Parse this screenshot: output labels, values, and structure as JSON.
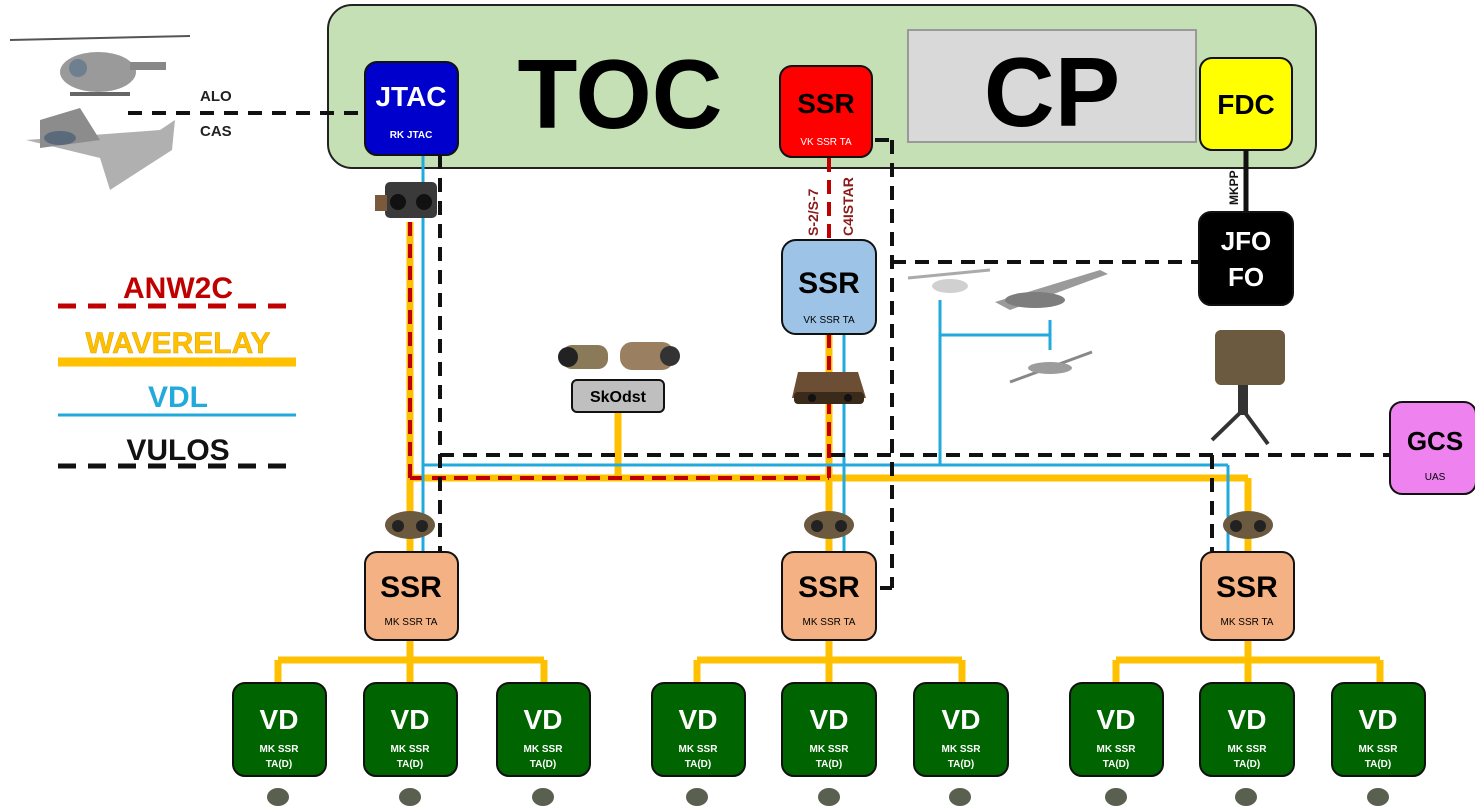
{
  "colors": {
    "anw2c": "#c00000",
    "waverelay": "#ffc000",
    "vdl": "#22aadd",
    "vulos": "#111111",
    "toc_fill": "#c5e0b4",
    "jtac_fill": "#0000cc",
    "ssr_red": "#ff0000",
    "ssr_blue": "#9dc3e6",
    "ssr_peach": "#f4b183",
    "fdc_fill": "#ffff00",
    "jfo_fill": "#000000",
    "gcs_fill": "#ee82ee",
    "vd_fill": "#006400",
    "skodst_fill": "#bfbfbf",
    "cp_fill": "#d9d9d9"
  },
  "toc": {
    "title": "TOC"
  },
  "cp": {
    "title": "CP"
  },
  "jtac": {
    "title": "JTAC",
    "subtitle": "RK JTAC"
  },
  "ssr_top": {
    "title": "SSR",
    "subtitle": "VK SSR TA"
  },
  "ssr_mid": {
    "title": "SSR",
    "subtitle": "VK SSR TA"
  },
  "fdc": {
    "title": "FDC"
  },
  "jfo": {
    "line1": "JFO",
    "line2": "FO"
  },
  "gcs": {
    "title": "GCS",
    "subtitle": "UAS"
  },
  "skodst": {
    "title": "SkOdst"
  },
  "air_labels": {
    "alo": "ALO",
    "cas": "CAS"
  },
  "link_labels": {
    "s2s7": "S-2/S-7",
    "c4istar": "C4ISTAR",
    "mkpp": "MKPP"
  },
  "legend": [
    {
      "label": "ANW2C",
      "style": "anw2c"
    },
    {
      "label": "WAVERELAY",
      "style": "waverelay"
    },
    {
      "label": "VDL",
      "style": "vdl"
    },
    {
      "label": "VULOS",
      "style": "vulos"
    }
  ],
  "ssr_lower": [
    {
      "title": "SSR",
      "subtitle": "MK SSR TA"
    },
    {
      "title": "SSR",
      "subtitle": "MK SSR TA"
    },
    {
      "title": "SSR",
      "subtitle": "MK SSR TA"
    }
  ],
  "vd_units": [
    {
      "title": "VD",
      "line1": "MK SSR",
      "line2": "TA(D)"
    },
    {
      "title": "VD",
      "line1": "MK SSR",
      "line2": "TA(D)"
    },
    {
      "title": "VD",
      "line1": "MK SSR",
      "line2": "TA(D)"
    },
    {
      "title": "VD",
      "line1": "MK SSR",
      "line2": "TA(D)"
    },
    {
      "title": "VD",
      "line1": "MK SSR",
      "line2": "TA(D)"
    },
    {
      "title": "VD",
      "line1": "MK SSR",
      "line2": "TA(D)"
    },
    {
      "title": "VD",
      "line1": "MK SSR",
      "line2": "TA(D)"
    },
    {
      "title": "VD",
      "line1": "MK SSR",
      "line2": "TA(D)"
    },
    {
      "title": "VD",
      "line1": "MK SSR",
      "line2": "TA(D)"
    }
  ],
  "icons": {
    "helicopter": "helicopter-icon",
    "jet": "fighter-jet-icon",
    "binoculars": "binocular-icon",
    "thermal_sights": "thermal-sight-icon",
    "rangefinder": "rangefinder-icon",
    "goggles": "night-vision-goggle-icon",
    "drone": "drone-icon",
    "tripod": "tripod-sensor-icon",
    "handheld": "handheld-device-icon"
  }
}
